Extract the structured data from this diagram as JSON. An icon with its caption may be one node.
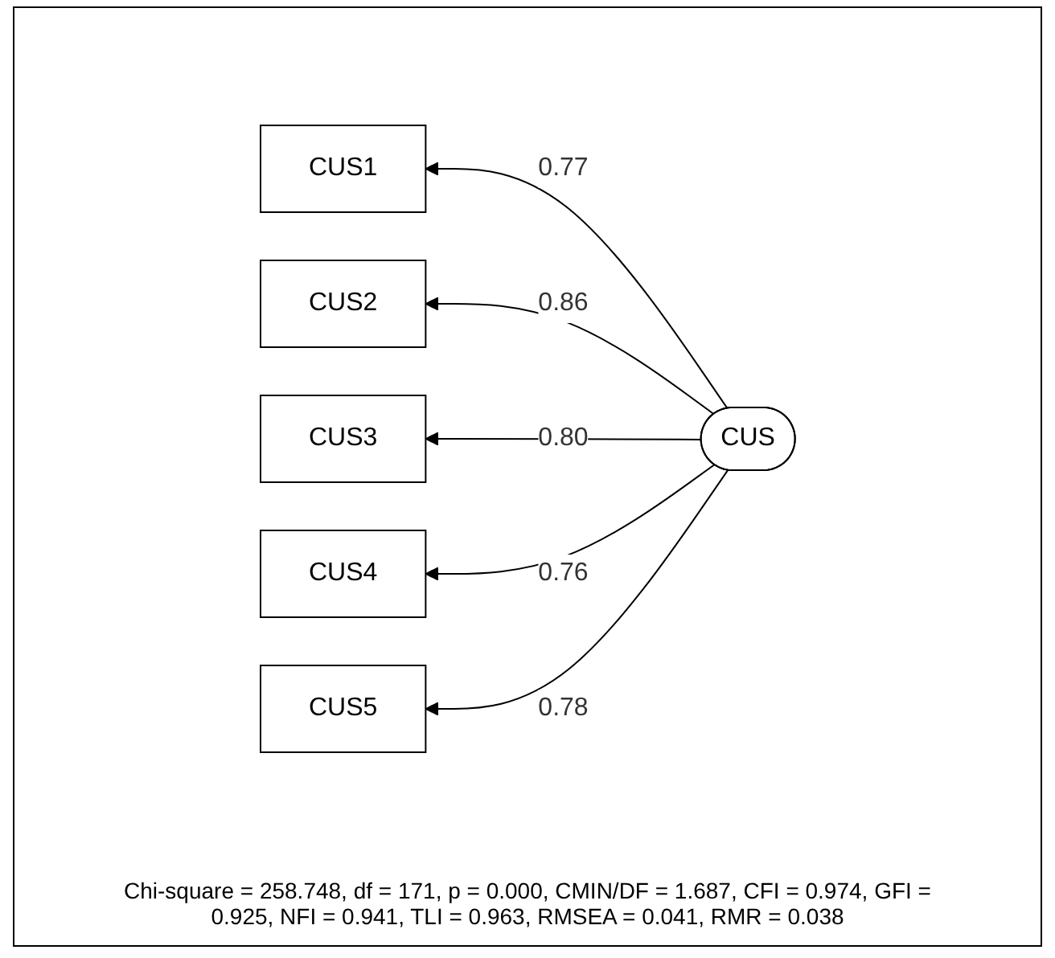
{
  "diagram": {
    "nodes": [
      {
        "text": [
          "CUS1"
        ]
      },
      {
        "text": [
          "CUS2"
        ]
      },
      {
        "text": [
          "CUS3"
        ]
      },
      {
        "text": [
          "CUS4"
        ]
      },
      {
        "text": [
          "CUS5"
        ]
      },
      {
        "text": [
          "CUS"
        ]
      }
    ],
    "edges": [
      {
        "from": 5,
        "to": 0,
        "arrow": "to",
        "label": "0.77"
      },
      {
        "from": 5,
        "to": 1,
        "arrow": "to",
        "label": "0.86"
      },
      {
        "from": 5,
        "to": 2,
        "arrow": "to",
        "label": "0.80"
      },
      {
        "from": 5,
        "to": 3,
        "arrow": "to",
        "label": "0.76"
      },
      {
        "from": 5,
        "to": 4,
        "arrow": "to",
        "label": "0.78"
      }
    ],
    "labels": [
      "Chi-square = 258.748, df = 171, p = 0.000, CMIN/DF = 1.687, CFI = 0.974, GFI = 0.925, NFI = 0.941, TLI = 0.963, RMSEA = 0.041, RMR = 0.038"
    ]
  }
}
